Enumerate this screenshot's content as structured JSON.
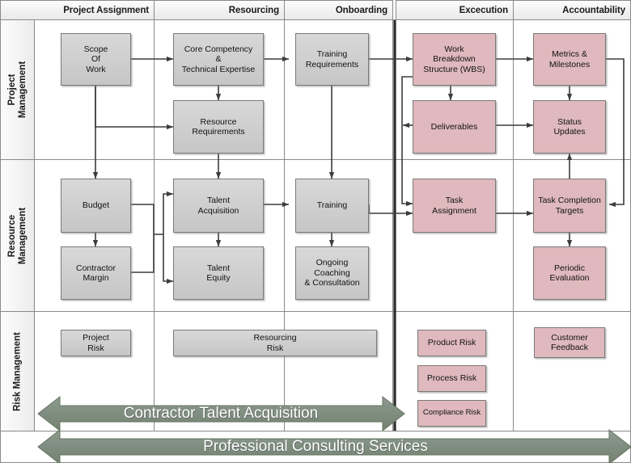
{
  "diagram": {
    "title": "Contractor Talent Acquisition / Professional Consulting Services process matrix",
    "colors": {
      "grey_fill": "#cfcfcf",
      "pink_fill": "#dfb9bd",
      "band_fill": "#7e8e80",
      "line": "#3c3c3c",
      "header_fill": "#f2f2f2",
      "border": "#8a8a8a"
    },
    "columns": [
      {
        "id": "project-assignment",
        "label": "Project Assignment"
      },
      {
        "id": "resourcing",
        "label": "Resourcing"
      },
      {
        "id": "onboarding",
        "label": "Onboarding"
      },
      {
        "id": "excecution",
        "label": "Excecution"
      },
      {
        "id": "accountability",
        "label": "Accountability"
      }
    ],
    "rows": [
      {
        "id": "project-management",
        "label": "Project\nManagement",
        "line1": "Project",
        "line2": "Management"
      },
      {
        "id": "resource-management",
        "label": "Resource\nManagement",
        "line1": "Resource",
        "line2": "Management"
      },
      {
        "id": "risk-management",
        "label": "Risk Management",
        "line1": "Risk Management",
        "line2": ""
      }
    ],
    "nodes": [
      {
        "id": "scope-of-work",
        "label": "Scope\nOf\nWork",
        "row": "project-management",
        "column": "project-assignment",
        "fill": "grey"
      },
      {
        "id": "core-competency",
        "label": "Core Competency\n&\nTechnical Expertise",
        "row": "project-management",
        "column": "resourcing",
        "fill": "grey"
      },
      {
        "id": "resource-requirements",
        "label": "Resource\nRequirements",
        "row": "project-management",
        "column": "resourcing",
        "fill": "grey"
      },
      {
        "id": "training-requirements",
        "label": "Training\nRequirements",
        "row": "project-management",
        "column": "onboarding",
        "fill": "grey"
      },
      {
        "id": "wbs",
        "label": "Work\nBreakdown\nStructure (WBS)",
        "row": "project-management",
        "column": "excecution",
        "fill": "pink"
      },
      {
        "id": "deliverables",
        "label": "Deliverables",
        "row": "project-management",
        "column": "excecution",
        "fill": "pink"
      },
      {
        "id": "metrics-milestones",
        "label": "Metrics &\nMilestones",
        "row": "project-management",
        "column": "accountability",
        "fill": "pink"
      },
      {
        "id": "status-updates",
        "label": "Status\nUpdates",
        "row": "project-management",
        "column": "accountability",
        "fill": "pink"
      },
      {
        "id": "budget",
        "label": "Budget",
        "row": "resource-management",
        "column": "project-assignment",
        "fill": "grey"
      },
      {
        "id": "contractor-margin",
        "label": "Contractor\nMargin",
        "row": "resource-management",
        "column": "project-assignment",
        "fill": "grey"
      },
      {
        "id": "talent-acquisition",
        "label": "Talent\nAcquisition",
        "row": "resource-management",
        "column": "resourcing",
        "fill": "grey"
      },
      {
        "id": "talent-equity",
        "label": "Talent\nEquity",
        "row": "resource-management",
        "column": "resourcing",
        "fill": "grey"
      },
      {
        "id": "training",
        "label": "Training",
        "row": "resource-management",
        "column": "onboarding",
        "fill": "grey"
      },
      {
        "id": "ongoing-coaching",
        "label": "Ongoing\nCoaching\n& Consultation",
        "row": "resource-management",
        "column": "onboarding",
        "fill": "grey"
      },
      {
        "id": "task-assignment",
        "label": "Task\nAssignment",
        "row": "resource-management",
        "column": "excecution",
        "fill": "pink"
      },
      {
        "id": "task-completion",
        "label": "Task Completion\nTargets",
        "row": "resource-management",
        "column": "accountability",
        "fill": "pink"
      },
      {
        "id": "periodic-evaluation",
        "label": "Periodic\nEvaluation",
        "row": "resource-management",
        "column": "accountability",
        "fill": "pink"
      },
      {
        "id": "project-risk",
        "label": "Project\nRisk",
        "row": "risk-management",
        "column": "project-assignment",
        "fill": "grey"
      },
      {
        "id": "resourcing-risk",
        "label": "Resourcing\nRisk",
        "row": "risk-management",
        "column": "resourcing",
        "fill": "grey"
      },
      {
        "id": "product-risk",
        "label": "Product Risk",
        "row": "risk-management",
        "column": "excecution",
        "fill": "pink"
      },
      {
        "id": "process-risk",
        "label": "Process Risk",
        "row": "risk-management",
        "column": "excecution",
        "fill": "pink"
      },
      {
        "id": "compliance-risk",
        "label": "Compliance Risk",
        "row": "risk-management",
        "column": "excecution",
        "fill": "pink"
      },
      {
        "id": "customer-feedback",
        "label": "Customer\nFeedback",
        "row": "risk-management",
        "column": "accountability",
        "fill": "pink"
      }
    ],
    "bands": [
      {
        "id": "contractor-talent-acquisition",
        "label": "Contractor Talent Acquisition",
        "direction": "both"
      },
      {
        "id": "professional-consulting-services",
        "label": "Professional Consulting Services",
        "direction": "both"
      }
    ]
  }
}
